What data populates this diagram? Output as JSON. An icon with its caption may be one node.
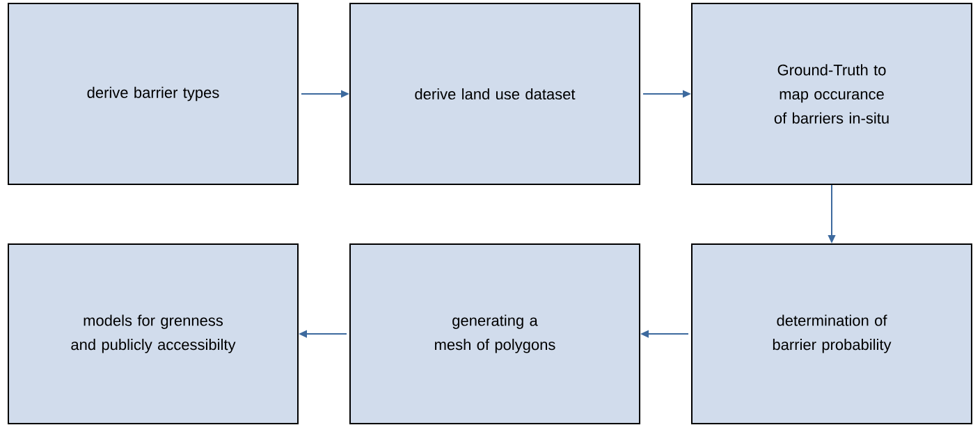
{
  "diagram": {
    "nodes": [
      {
        "text": [
          "derive barrier types"
        ]
      },
      {
        "text": [
          "derive land use dataset"
        ]
      },
      {
        "text": [
          "Ground-Truth to map occurance of barriers in-situ"
        ]
      },
      {
        "text": [
          "models for grenness and publicly accessibilty"
        ]
      },
      {
        "text": [
          "generating a mesh of polygons"
        ]
      },
      {
        "text": [
          "determination of barrier probability"
        ]
      }
    ],
    "edges": [
      {
        "from": 0,
        "to": 1,
        "arrow": "to"
      },
      {
        "from": 1,
        "to": 2,
        "arrow": "to"
      },
      {
        "from": 2,
        "to": 5,
        "arrow": "to"
      },
      {
        "from": 5,
        "to": 4,
        "arrow": "to"
      },
      {
        "from": 4,
        "to": 3,
        "arrow": "to"
      }
    ]
  }
}
